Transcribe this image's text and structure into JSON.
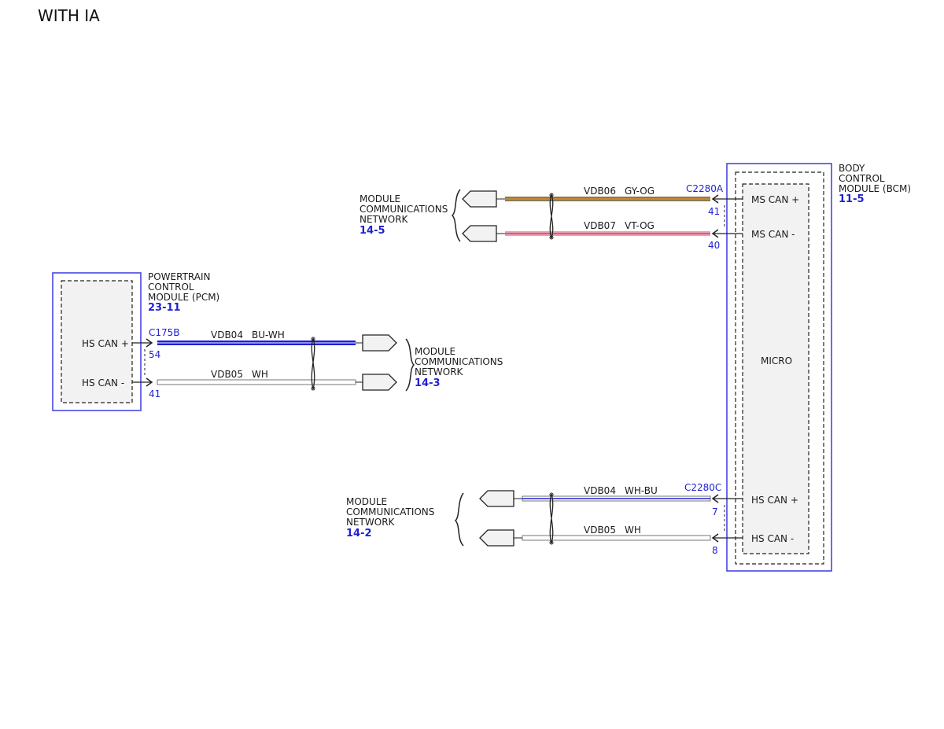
{
  "page_title": "WITH IA",
  "colors": {
    "module_border": "#3a3ae0",
    "link_blue": "#1f1fd6",
    "module_fill": "#f2f2f2"
  },
  "pcm": {
    "name_lines": [
      "POWERTRAIN",
      "CONTROL",
      "MODULE (PCM)"
    ],
    "ref": "23-11",
    "connector": "C175B",
    "pins": [
      {
        "label": "HS CAN +",
        "pin": "54"
      },
      {
        "label": "HS CAN -",
        "pin": "41"
      }
    ]
  },
  "bcm": {
    "name_lines": [
      "BODY",
      "CONTROL",
      "MODULE (BCM)"
    ],
    "ref": "11-5",
    "micro_label": "MICRO",
    "connector_a": "C2280A",
    "connector_c": "C2280C",
    "pins_a": [
      {
        "label": "MS CAN +",
        "pin": "41"
      },
      {
        "label": "MS CAN -",
        "pin": "40"
      }
    ],
    "pins_c": [
      {
        "label": "HS CAN +",
        "pin": "7"
      },
      {
        "label": "HS CAN -",
        "pin": "8"
      }
    ]
  },
  "wires": {
    "pcm_hs_plus": {
      "circuit": "VDB04",
      "color_code": "BU-WH"
    },
    "pcm_hs_minus": {
      "circuit": "VDB05",
      "color_code": "WH"
    },
    "bcm_ms_plus": {
      "circuit": "VDB06",
      "color_code": "GY-OG"
    },
    "bcm_ms_minus": {
      "circuit": "VDB07",
      "color_code": "VT-OG"
    },
    "bcm_hs_plus": {
      "circuit": "VDB04",
      "color_code": "WH-BU"
    },
    "bcm_hs_minus": {
      "circuit": "VDB05",
      "color_code": "WH"
    }
  },
  "networks": {
    "net_14_5": {
      "lines": [
        "MODULE",
        "COMMUNICATIONS",
        "NETWORK"
      ],
      "ref": "14-5"
    },
    "net_14_3": {
      "lines": [
        "MODULE",
        "COMMUNICATIONS",
        "NETWORK"
      ],
      "ref": "14-3"
    },
    "net_14_2": {
      "lines": [
        "MODULE",
        "COMMUNICATIONS",
        "NETWORK"
      ],
      "ref": "14-2"
    }
  }
}
